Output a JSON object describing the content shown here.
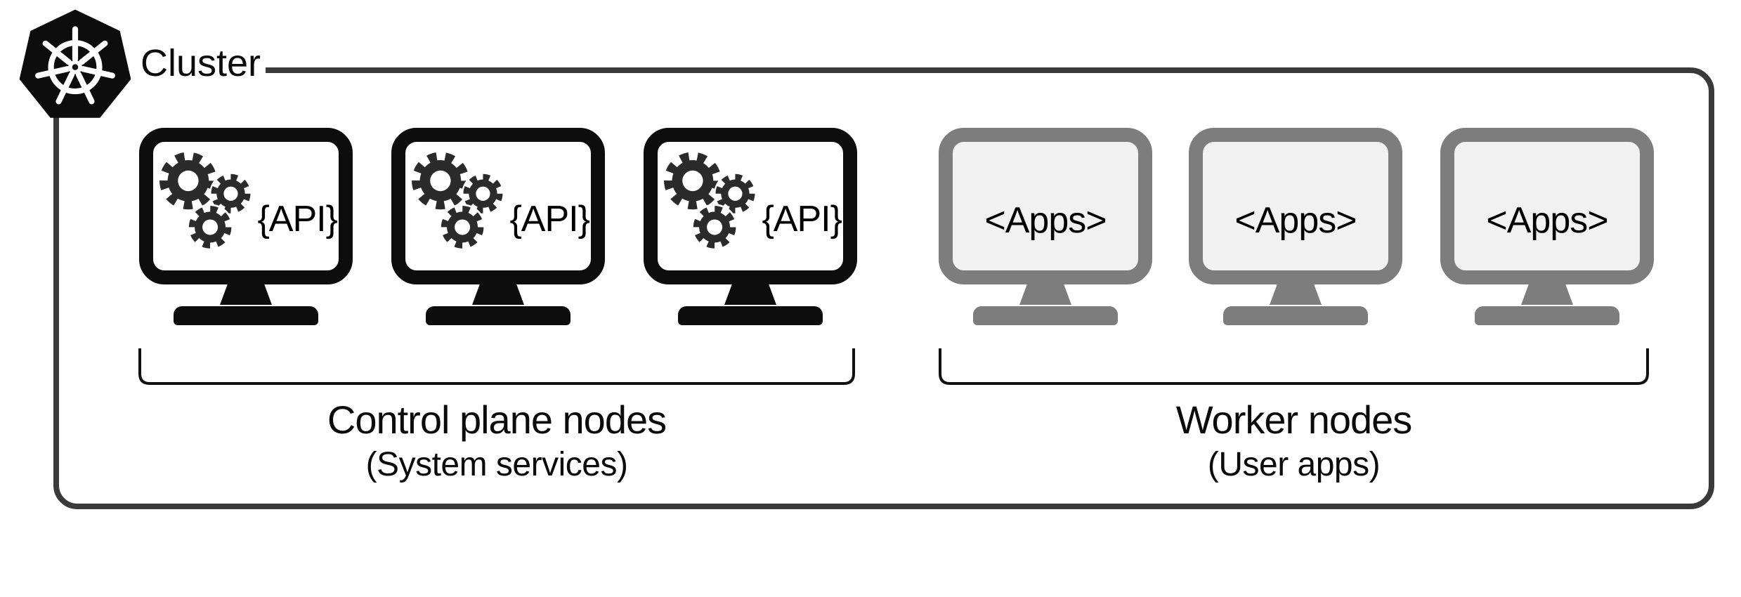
{
  "diagram": {
    "cluster_label": "Cluster",
    "control_plane": {
      "title": "Control plane nodes",
      "subtitle": "(System services)",
      "node_label": "{API}",
      "node_count": 3
    },
    "workers": {
      "title": "Worker nodes",
      "subtitle": "(User apps)",
      "node_label": "<Apps>",
      "node_count": 3
    },
    "colors": {
      "cluster_border": "#3a3a3a",
      "control_node": "#0d0d0d",
      "gear": "#2b2b2b",
      "worker_node_border": "#7d7d7d",
      "worker_screen": "#f1f1f1",
      "text": "#0b0b0b",
      "bg": "#ffffff"
    }
  }
}
